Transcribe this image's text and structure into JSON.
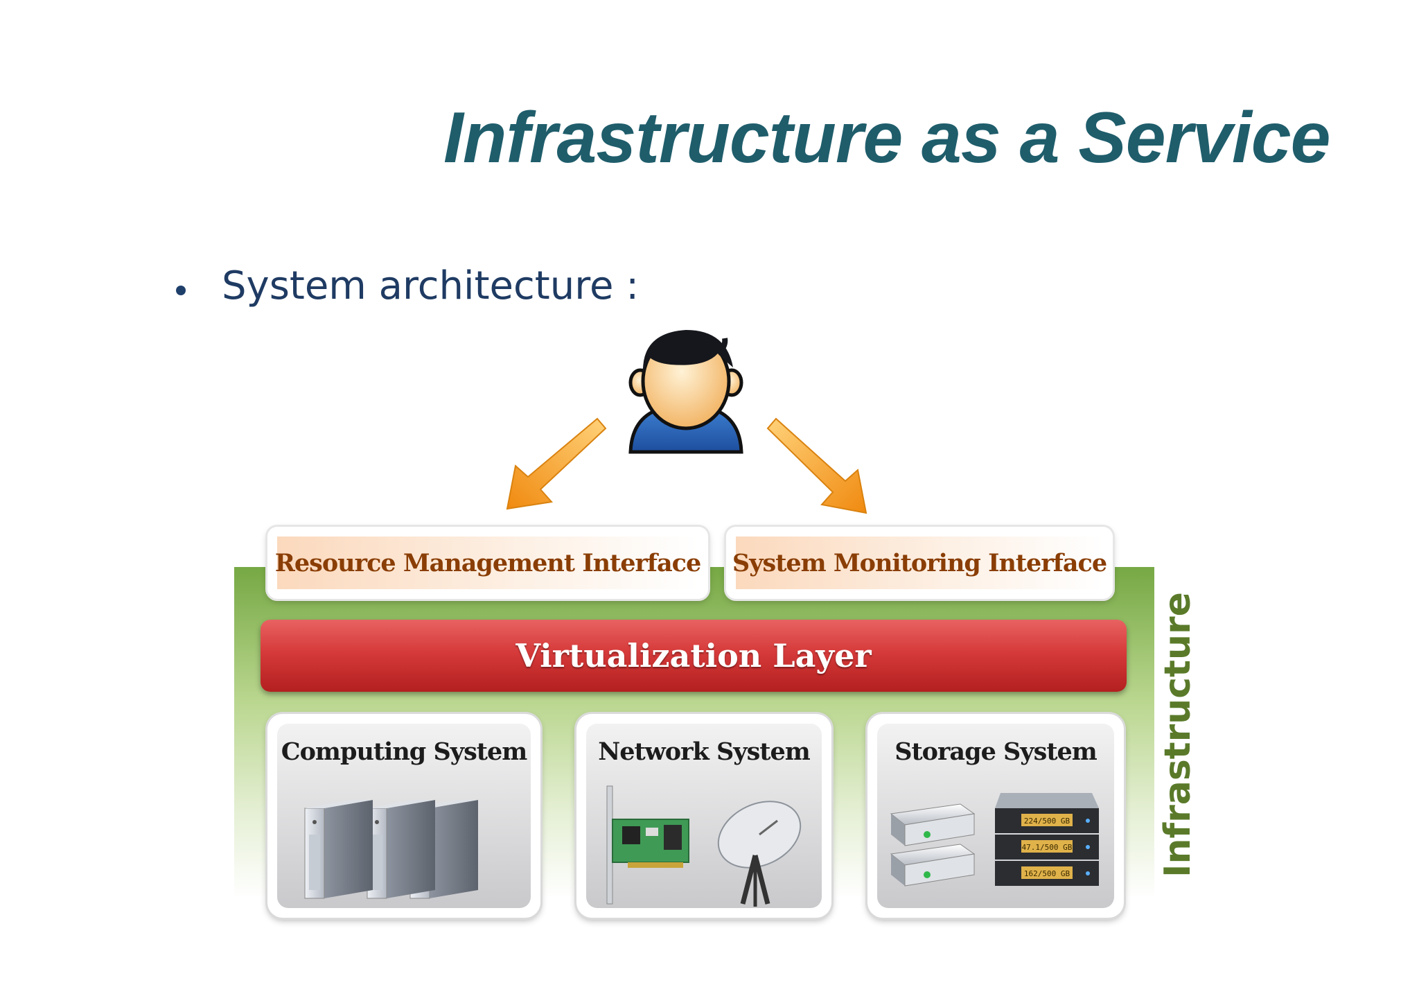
{
  "slide": {
    "title": "Infrastructure as a Service",
    "bullet": "System architecture :"
  },
  "diagram": {
    "user_icon": "user-icon",
    "interfaces": [
      {
        "label": "Resource Management Interface"
      },
      {
        "label": "System Monitoring Interface"
      }
    ],
    "virtualization_layer": "Virtualization  Layer",
    "systems": [
      {
        "label": "Computing System",
        "icon": "server-icon"
      },
      {
        "label": "Network System",
        "icon": "network-card-icon"
      },
      {
        "label": "Storage System",
        "icon": "storage-icon"
      }
    ],
    "infrastructure_label": "Infrastructure",
    "storage_readouts": [
      "224/500 GB",
      "47.1/500 GB",
      "162/500 GB"
    ],
    "colors": {
      "title": "#1f5d6b",
      "infrastructure_green": "#76a844",
      "virtualization_red": "#d63a3a",
      "interface_text": "#8a3e05",
      "arrow_orange": "#f5a623"
    }
  }
}
